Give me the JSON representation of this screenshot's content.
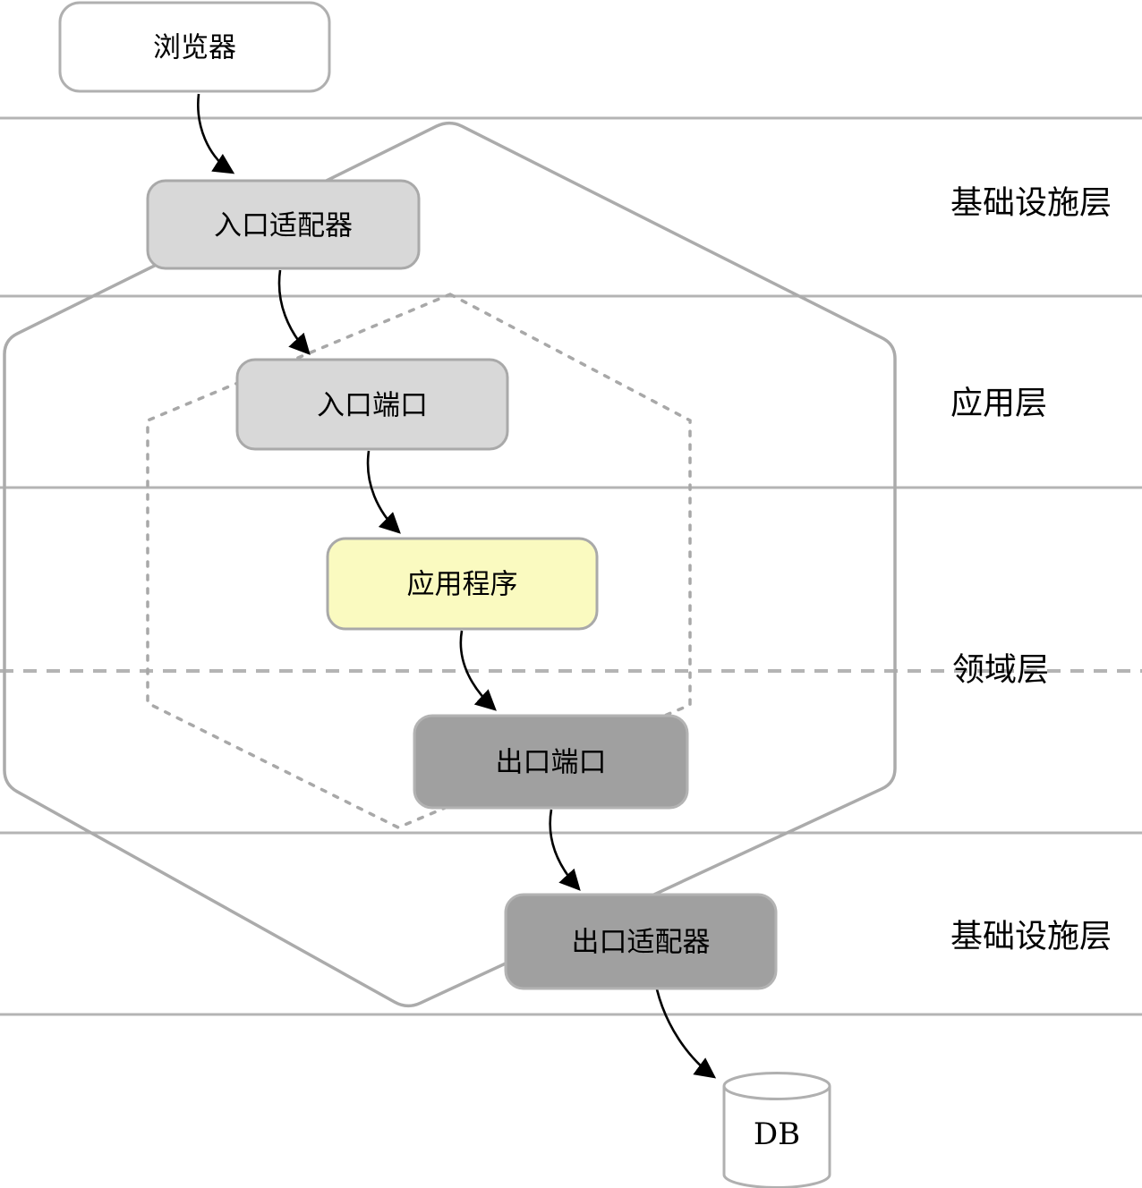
{
  "diagram": {
    "type": "hexagonal-architecture-flow",
    "nodes": {
      "browser": {
        "label": "浏览器"
      },
      "inbound_adapter": {
        "label": "入口适配器"
      },
      "inbound_port": {
        "label": "入口端口"
      },
      "application": {
        "label": "应用程序"
      },
      "outbound_port": {
        "label": "出口端口"
      },
      "outbound_adapter": {
        "label": "出口适配器"
      },
      "database": {
        "label": "DB"
      }
    },
    "edges": [
      {
        "from": "browser",
        "to": "inbound_adapter"
      },
      {
        "from": "inbound_adapter",
        "to": "inbound_port"
      },
      {
        "from": "inbound_port",
        "to": "application"
      },
      {
        "from": "application",
        "to": "outbound_port"
      },
      {
        "from": "outbound_port",
        "to": "outbound_adapter"
      },
      {
        "from": "outbound_adapter",
        "to": "database"
      }
    ],
    "layers": [
      {
        "id": "infrastructure-top",
        "label": "基础设施层"
      },
      {
        "id": "application-layer",
        "label": "应用层"
      },
      {
        "id": "domain-layer",
        "label": "领域层"
      },
      {
        "id": "infrastructure-bottom",
        "label": "基础设施层"
      }
    ],
    "colors": {
      "bg": "#ffffff",
      "line-gray": "#b4b4b4",
      "hex-gray": "#ababab",
      "dotted-gray": "#a8a8a8",
      "browser-border": "#b0b0b0",
      "node-light-fill": "#d8d8d8",
      "node-light-border": "#a9a9a9",
      "node-yellow-fill": "#fafac0",
      "node-dark-fill": "#a0a0a0",
      "node-dark-border": "#b3b3b3",
      "white-fill": "#ffffff",
      "arrow-black": "#000000",
      "text-black": "#000000"
    }
  }
}
